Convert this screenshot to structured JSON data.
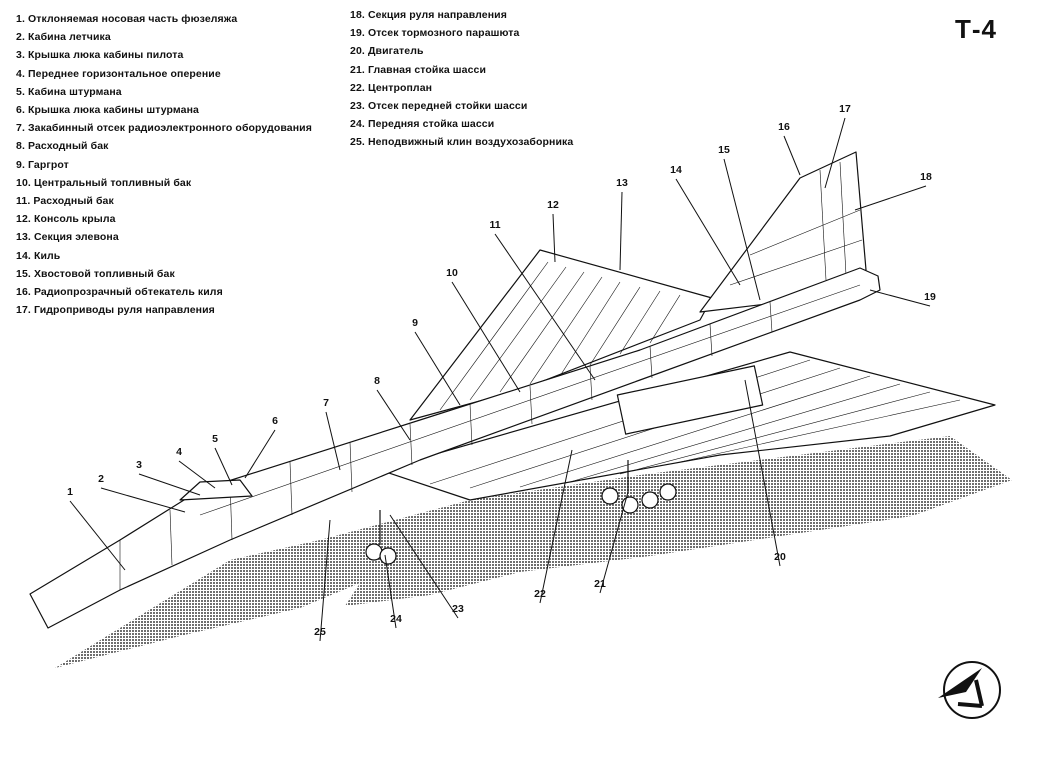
{
  "title": "Т-4",
  "legend": [
    {
      "n": "1",
      "text": "Отклоняемая носовая часть фюзеляжа"
    },
    {
      "n": "2",
      "text": "Кабина летчика"
    },
    {
      "n": "3",
      "text": "Крышка люка кабины пилота"
    },
    {
      "n": "4",
      "text": "Переднее горизонтальное оперение"
    },
    {
      "n": "5",
      "text": "Кабина штурмана"
    },
    {
      "n": "6",
      "text": "Крышка люка кабины штурмана"
    },
    {
      "n": "7",
      "text": "Закабинный отсек радиоэлектронного оборудования"
    },
    {
      "n": "8",
      "text": "Расходный бак"
    },
    {
      "n": "9",
      "text": "Гаргрот"
    },
    {
      "n": "10",
      "text": "Центральный топливный бак"
    },
    {
      "n": "11",
      "text": "Расходный бак"
    },
    {
      "n": "12",
      "text": "Консоль крыла"
    },
    {
      "n": "13",
      "text": "Секция элевона"
    },
    {
      "n": "14",
      "text": "Киль"
    },
    {
      "n": "15",
      "text": "Хвостовой топливный бак"
    },
    {
      "n": "16",
      "text": "Радиопрозрачный обтекатель киля"
    },
    {
      "n": "17",
      "text": "Гидроприводы руля направления"
    },
    {
      "n": "18",
      "text": "Секция руля направления"
    },
    {
      "n": "19",
      "text": "Отсек тормозного парашюта"
    },
    {
      "n": "20",
      "text": "Двигатель"
    },
    {
      "n": "21",
      "text": "Главная стойка шасси"
    },
    {
      "n": "22",
      "text": "Центроплан"
    },
    {
      "n": "23",
      "text": "Отсек передней стойки шасси"
    },
    {
      "n": "24",
      "text": "Передняя стойка шасси"
    },
    {
      "n": "25",
      "text": "Неподвижный клин воздухозаборника"
    }
  ],
  "colors": {
    "ink": "#111111",
    "shadow": "#8c8c8c",
    "paper": "#ffffff"
  },
  "icons": {
    "logo": "sukhoi-logo-icon"
  }
}
